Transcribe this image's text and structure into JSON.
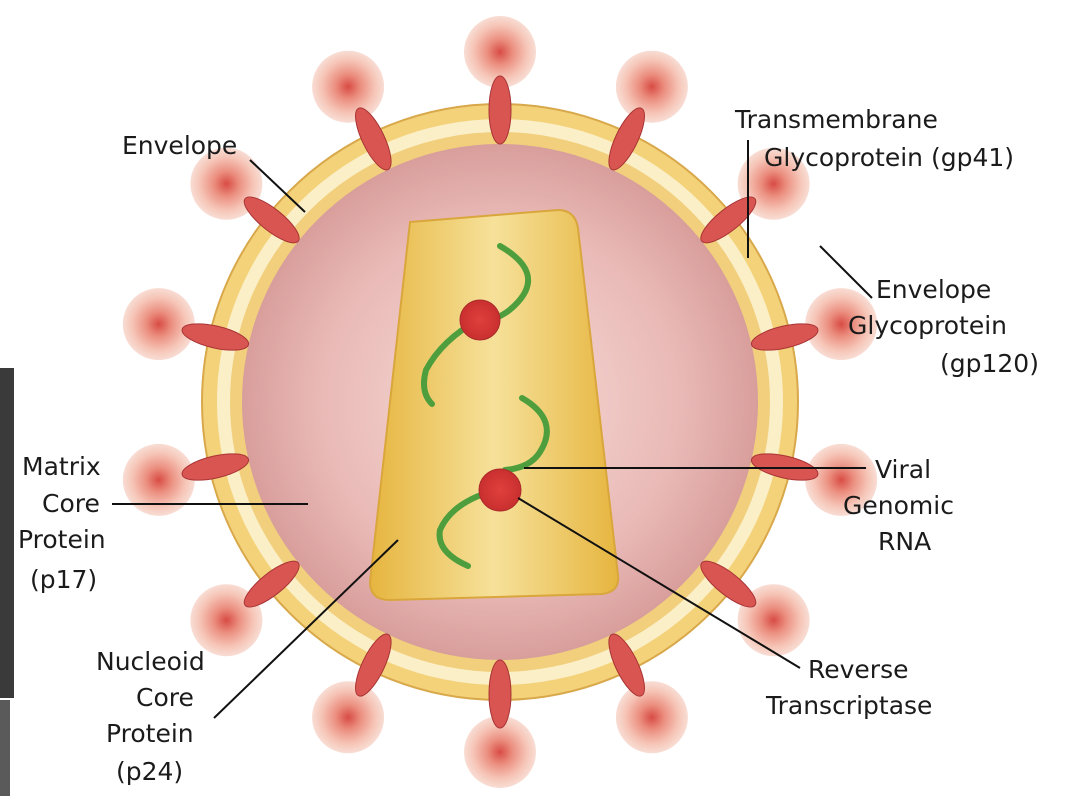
{
  "labels": {
    "envelope": "Envelope",
    "transmembrane_line1": "Transmembrane",
    "transmembrane_line2": "Glycoprotein (gp41)",
    "env_glyco_line1": "Envelope",
    "env_glyco_line2": "Glycoprotein",
    "env_glyco_line3": "(gp120)",
    "matrix_line1": "Matrix",
    "matrix_line2": "Core",
    "matrix_line3": "Protein",
    "matrix_line4": "(p17)",
    "rna_line1": "Viral",
    "rna_line2": "Genomic",
    "rna_line3": "RNA",
    "nucleoid_line1": "Nucleoid",
    "nucleoid_line2": "Core",
    "nucleoid_line3": "Protein",
    "nucleoid_line4": "(p24)",
    "rt_line1": "Reverse",
    "rt_line2": "Transcriptase"
  },
  "colors": {
    "envelope_ring": "#f6dc8e",
    "envelope_band": "#fbeec4",
    "matrix": "#e9b3b3",
    "capsid": "#efc95a",
    "spike": "#d95552",
    "knob": "#f2b7a8",
    "rna": "#4e9e3e"
  }
}
